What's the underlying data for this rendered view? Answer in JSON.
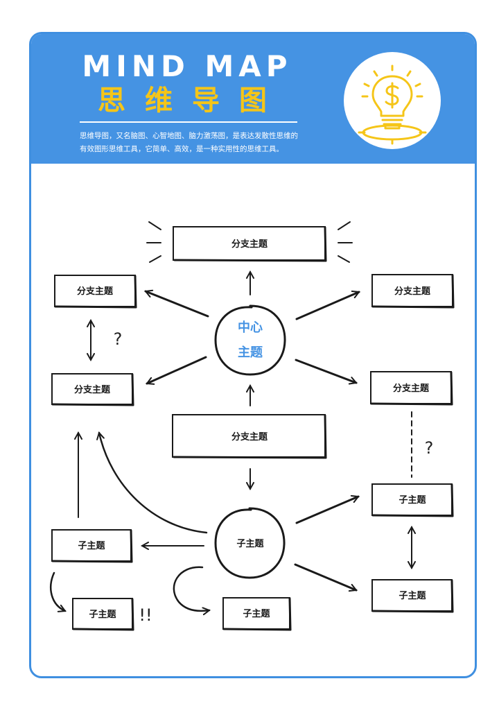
{
  "header": {
    "title_en": "MIND MAP",
    "title_cn": "思维导图",
    "description_line1": "思维导图，又名脑图、心智地图、脑力激荡图，是表达发散性思维的",
    "description_line2": "有效图形思维工具，它简单、高效，是一种实用性的思维工具。",
    "icon": "lightbulb-dollar-icon"
  },
  "diagram": {
    "center_line1": "中心",
    "center_line2": "主题",
    "branch_top": "分支主题",
    "branch_left_upper": "分支主题",
    "branch_left_lower": "分支主题",
    "branch_right_upper": "分支主题",
    "branch_right_lower": "分支主题",
    "branch_middle": "分支主题",
    "sub_center": "子主题",
    "sub_left": "子主题",
    "sub_bottom_left": "子主题",
    "sub_bottom_mid": "子主题",
    "sub_right_upper": "子主题",
    "sub_right_lower": "子主题",
    "question_mark": "?",
    "exclaim_marks": "!!"
  },
  "colors": {
    "accent_blue": "#4593e3",
    "accent_yellow": "#f5c518",
    "ink": "#1a1a1a"
  }
}
